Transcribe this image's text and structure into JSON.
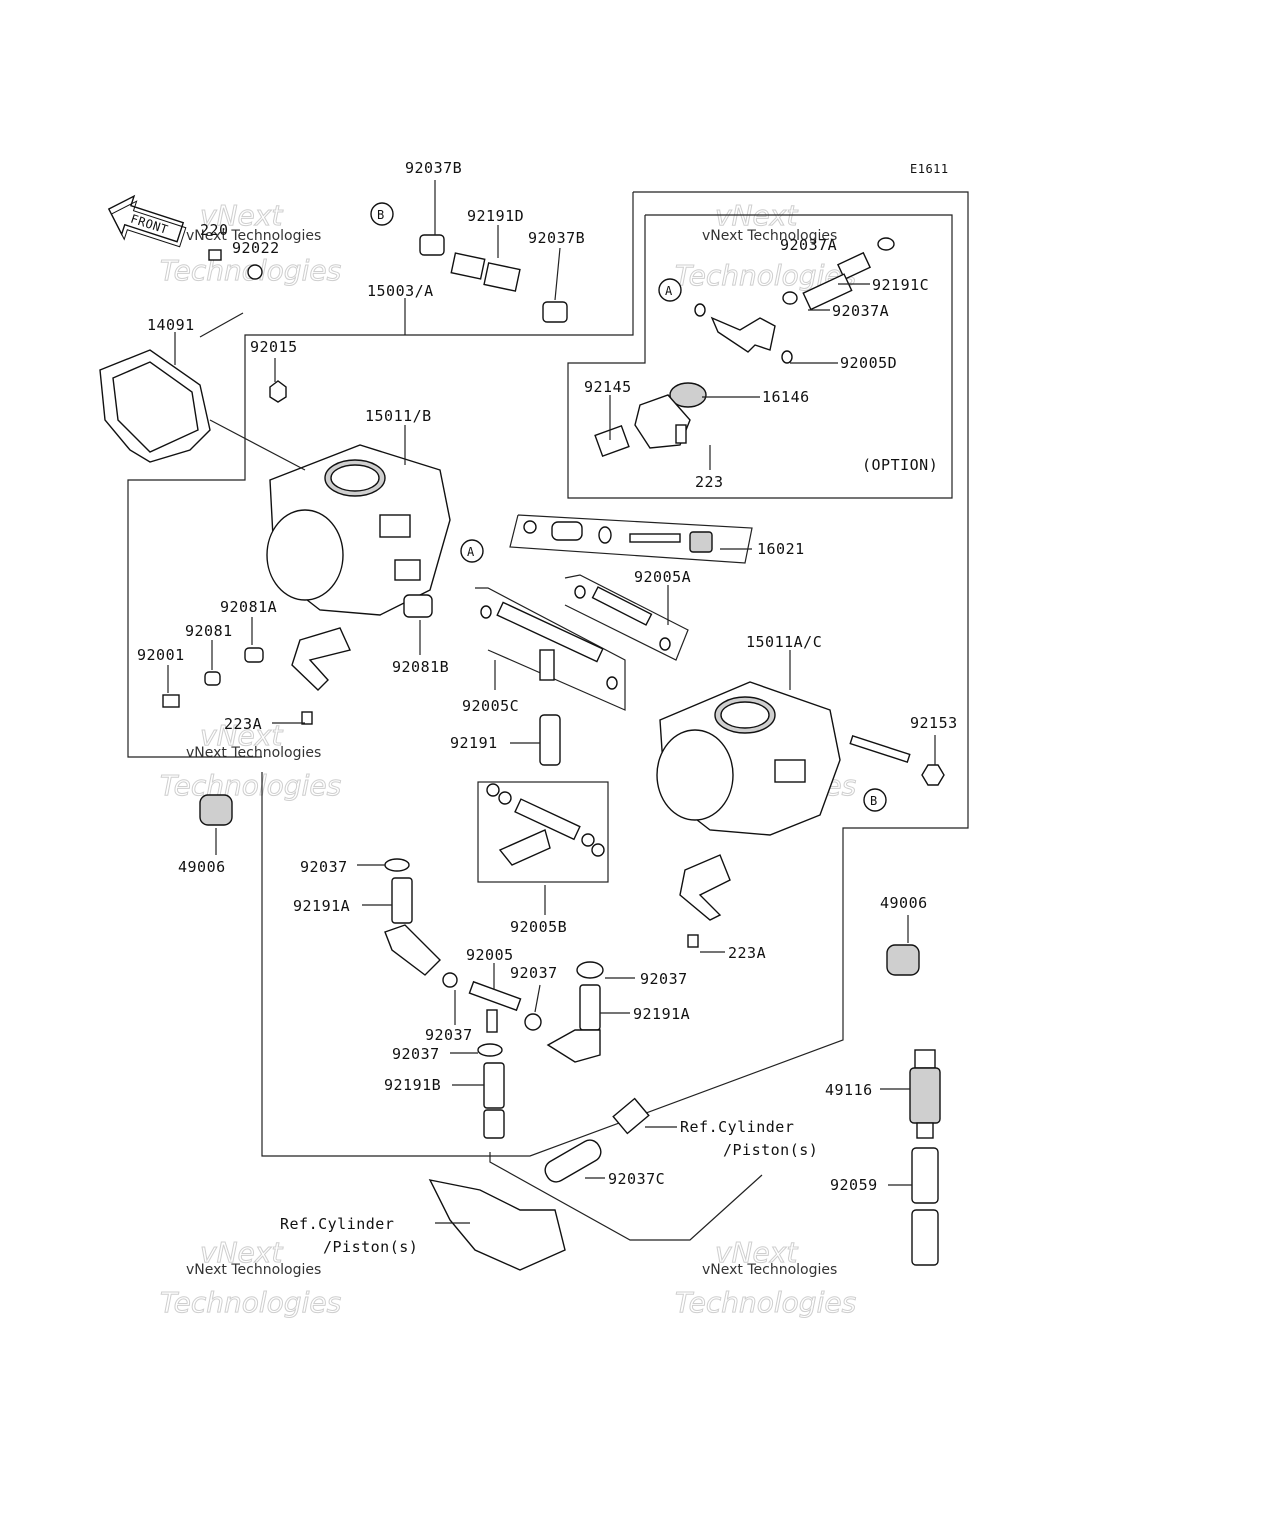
{
  "diagram_code": "E1611",
  "front_label": "FRONT",
  "watermark": {
    "line1": "vNext",
    "line2": "Technologies",
    "caption": "vNext Technologies"
  },
  "labels": {
    "p92037B_top": "92037B",
    "p92191D": "92191D",
    "p92037B_right": "92037B",
    "p220": "220",
    "p92022": "92022",
    "p15003A": "15003/A",
    "p14091": "14091",
    "p92015": "92015",
    "p15011B": "15011/B",
    "p92037A_top": "92037A",
    "p92191C": "92191C",
    "p92037A_mid": "92037A",
    "p92005D": "92005D",
    "p92145": "92145",
    "p16146": "16146",
    "p223": "223",
    "option": "(OPTION)",
    "p16021": "16021",
    "p92005A": "92005A",
    "p15011AC": "15011A/C",
    "p92081A": "92081A",
    "p92081": "92081",
    "p92001": "92001",
    "p92081B": "92081B",
    "p92005C": "92005C",
    "p223A_left": "223A",
    "p92191": "92191",
    "p92153": "92153",
    "p49006_left": "49006",
    "p92037_left": "92037",
    "p92191A_left": "92191A",
    "p92005B": "92005B",
    "p49006_right": "49006",
    "p223A_right": "223A",
    "p92005": "92005",
    "p92037_a": "92037",
    "p92037_b": "92037",
    "p92191A_right": "92191A",
    "p92037_c": "92037",
    "p92037_d": "92037",
    "p92191B": "92191B",
    "p49116": "49116",
    "ref_cyl_right_1": "Ref.Cylinder",
    "ref_cyl_right_2": "/Piston(s)",
    "p92037C": "92037C",
    "p92059": "92059",
    "ref_cyl_left_1": "Ref.Cylinder",
    "ref_cyl_left_2": "/Piston(s)"
  },
  "callouts": {
    "A1": "A",
    "A2": "A",
    "B1": "B",
    "B2": "B"
  }
}
